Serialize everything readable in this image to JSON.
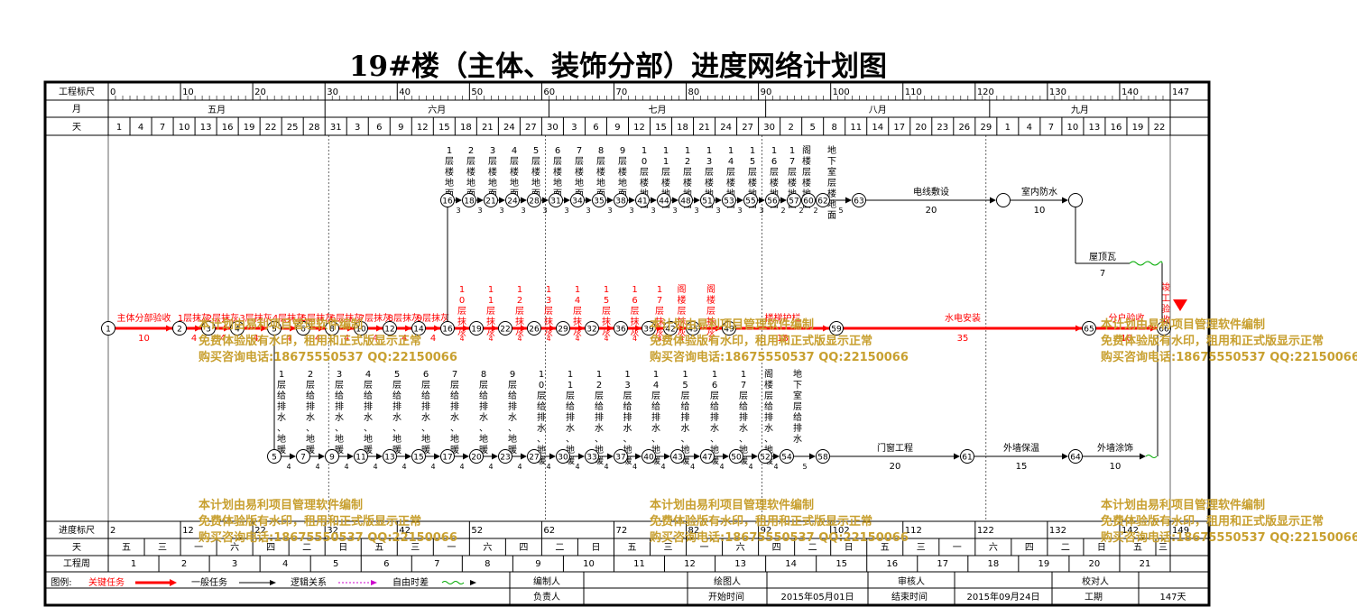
{
  "title": "19#楼（主体、装饰分部）进度网络计划图",
  "colors": {
    "critical": "#ff0000",
    "normal": "#000000",
    "logic": "#000000",
    "float": "#00aa00",
    "watermark": "#c8a030"
  },
  "scale": {
    "top_label": "工程标尺",
    "top_ticks": [
      "0",
      "10",
      "20",
      "30",
      "40",
      "50",
      "60",
      "70",
      "80",
      "90",
      "100",
      "110",
      "120",
      "130",
      "140",
      "147"
    ],
    "month_label": "月",
    "months": [
      "五月",
      "六月",
      "七月",
      "八月",
      "九月"
    ],
    "day_label": "天",
    "days": [
      "1",
      "4",
      "7",
      "10",
      "13",
      "16",
      "19",
      "22",
      "25",
      "28",
      "31",
      "3",
      "6",
      "9",
      "12",
      "15",
      "18",
      "21",
      "24",
      "27",
      "30",
      "3",
      "6",
      "9",
      "12",
      "15",
      "18",
      "21",
      "24",
      "27",
      "30",
      "2",
      "5",
      "8",
      "11",
      "14",
      "17",
      "20",
      "23",
      "26",
      "29",
      "1",
      "4",
      "7",
      "10",
      "13",
      "16",
      "19",
      "22"
    ],
    "progress_label": "进度标尺",
    "progress_ticks": [
      "2",
      "12",
      "22",
      "32",
      "42",
      "52",
      "62",
      "72",
      "82",
      "92",
      "102",
      "112",
      "122",
      "132",
      "142",
      "149"
    ],
    "weekday_label": "天",
    "weekdays": [
      "五",
      "三",
      "一",
      "六",
      "四",
      "二",
      "日",
      "五",
      "三",
      "一",
      "六",
      "四",
      "二",
      "日",
      "五",
      "三",
      "一",
      "六",
      "四",
      "二",
      "日",
      "五",
      "三",
      "一",
      "六",
      "四",
      "二",
      "日",
      "五",
      "三"
    ],
    "week_label": "工程周",
    "weeks": [
      "1",
      "2",
      "3",
      "4",
      "5",
      "6",
      "7",
      "8",
      "9",
      "10",
      "11",
      "12",
      "13",
      "14",
      "15",
      "16",
      "17",
      "18",
      "19",
      "20",
      "21"
    ]
  },
  "network": {
    "critical_nodes": [
      "1",
      "2",
      "3",
      "4",
      "5",
      "6",
      "8",
      "10",
      "12",
      "14",
      "16",
      "19",
      "22",
      "26",
      "29",
      "32",
      "36",
      "39",
      "42",
      "45",
      "49",
      "59",
      "65",
      "66"
    ],
    "top_nodes": [
      "16",
      "18",
      "21",
      "24",
      "28",
      "31",
      "34",
      "35",
      "38",
      "41",
      "44",
      "48",
      "51",
      "53",
      "55",
      "56",
      "57",
      "60",
      "62",
      "63"
    ],
    "bottom_nodes": [
      "5",
      "7",
      "9",
      "11",
      "13",
      "15",
      "17",
      "20",
      "23",
      "27",
      "30",
      "33",
      "37",
      "40",
      "43",
      "47",
      "50",
      "52",
      "54",
      "58",
      "61",
      "64"
    ],
    "critical_tasks": [
      {
        "label": "主体分部验收",
        "dur": "10"
      },
      {
        "label": "1层抹灰",
        "dur": "4"
      },
      {
        "label": "2层抹灰",
        "dur": "4"
      },
      {
        "label": "3层抹灰",
        "dur": "4"
      },
      {
        "label": "4层抹灰",
        "dur": "4"
      },
      {
        "label": "5层抹灰",
        "dur": "4"
      },
      {
        "label": "6层抹灰",
        "dur": "4"
      },
      {
        "label": "7层抹灰",
        "dur": "4"
      },
      {
        "label": "8层抹灰",
        "dur": "4"
      },
      {
        "label": "9层抹灰",
        "dur": "4"
      },
      {
        "label": "10层抹灰",
        "dur": "4"
      },
      {
        "label": "11层抹灰",
        "dur": "4"
      },
      {
        "label": "12层抹灰",
        "dur": "4"
      },
      {
        "label": "13层抹灰",
        "dur": "4"
      },
      {
        "label": "14层抹灰",
        "dur": "4"
      },
      {
        "label": "15层抹灰",
        "dur": "4"
      },
      {
        "label": "16层抹灰",
        "dur": "4"
      },
      {
        "label": "17层抹灰",
        "dur": "4"
      },
      {
        "label": "阁楼层抹灰",
        "dur": "4"
      },
      {
        "label": "阁楼层抹灰",
        "dur": "4"
      },
      {
        "label": "楼梯护栏",
        "dur": "18"
      },
      {
        "label": "水电安装",
        "dur": "35"
      },
      {
        "label": "分户验收",
        "dur": "10"
      },
      {
        "label": "竣工验收",
        "dur": ""
      }
    ],
    "top_tasks": [
      {
        "label": "1层楼地面",
        "dur": "3"
      },
      {
        "label": "2层楼地面",
        "dur": "3"
      },
      {
        "label": "3层楼地面",
        "dur": "3"
      },
      {
        "label": "4层楼地面",
        "dur": "3"
      },
      {
        "label": "5层楼地面",
        "dur": "3"
      },
      {
        "label": "6层楼地面",
        "dur": "3"
      },
      {
        "label": "7层楼地面",
        "dur": "3"
      },
      {
        "label": "8层楼地面",
        "dur": "3"
      },
      {
        "label": "9层楼地面",
        "dur": "3"
      },
      {
        "label": "10层楼地面",
        "dur": "3"
      },
      {
        "label": "11层楼地面",
        "dur": "3"
      },
      {
        "label": "12层楼地面",
        "dur": "3"
      },
      {
        "label": "13层楼地面",
        "dur": "3"
      },
      {
        "label": "14层楼地面",
        "dur": "3"
      },
      {
        "label": "15层楼地面",
        "dur": "3"
      },
      {
        "label": "16层楼地面",
        "dur": "2"
      },
      {
        "label": "17层楼地面",
        "dur": "2"
      },
      {
        "label": "阁楼层楼地面",
        "dur": "2"
      },
      {
        "label": "地下室层楼地面",
        "dur": "5"
      },
      {
        "label": "电线敷设",
        "dur": "20"
      },
      {
        "label": "室内防水",
        "dur": "10"
      },
      {
        "label": "屋顶瓦",
        "dur": "7"
      }
    ],
    "bottom_tasks": [
      {
        "label": "1层给排水、地暖",
        "dur": "4"
      },
      {
        "label": "2层给排水、地暖",
        "dur": "4"
      },
      {
        "label": "3层给排水、地暖",
        "dur": "4"
      },
      {
        "label": "4层给排水、地暖",
        "dur": "4"
      },
      {
        "label": "5层给排水、地暖",
        "dur": "4"
      },
      {
        "label": "6层给排水、地暖",
        "dur": "4"
      },
      {
        "label": "7层给排水、地暖",
        "dur": "4"
      },
      {
        "label": "8层给排水、地暖",
        "dur": "4"
      },
      {
        "label": "9层给排水、地暖",
        "dur": "4"
      },
      {
        "label": "10层给排水、地暖",
        "dur": "4"
      },
      {
        "label": "11层给排水、地暖",
        "dur": "4"
      },
      {
        "label": "12层给排水、地暖",
        "dur": "4"
      },
      {
        "label": "13层给排水、地暖",
        "dur": "4"
      },
      {
        "label": "14层给排水、地暖",
        "dur": "4"
      },
      {
        "label": "15层给排水、地暖",
        "dur": "4"
      },
      {
        "label": "16层给排水、地暖",
        "dur": "4"
      },
      {
        "label": "17层给排水、地暖",
        "dur": "4"
      },
      {
        "label": "阁楼层给排水、地暖",
        "dur": "4"
      },
      {
        "label": "地下室层给排水",
        "dur": "5"
      },
      {
        "label": "门窗工程",
        "dur": "20"
      },
      {
        "label": "外墙保温",
        "dur": "15"
      },
      {
        "label": "外墙涂饰",
        "dur": "10"
      }
    ]
  },
  "watermark": {
    "line1": "本计划由易利项目管理软件编制",
    "line2": "免费体验版有水印，租用和正式版显示正常",
    "line3": "购买咨询电话:18675550537 QQ:22150066"
  },
  "legend": {
    "label": "图例:",
    "critical": "关键任务",
    "normal": "一般任务",
    "logic": "逻辑关系",
    "float": "自由时差"
  },
  "signoff": {
    "editor_label": "编制人",
    "editor": "",
    "drawer_label": "绘图人",
    "drawer": "",
    "reviewer_label": "审核人",
    "reviewer": "",
    "checker_label": "校对人",
    "checker": "",
    "owner_label": "负责人",
    "owner": "",
    "start_label": "开始时间",
    "start": "2015年05月01日",
    "end_label": "结束时间",
    "end": "2015年09月24日",
    "duration_label": "工期",
    "duration": "147天"
  }
}
